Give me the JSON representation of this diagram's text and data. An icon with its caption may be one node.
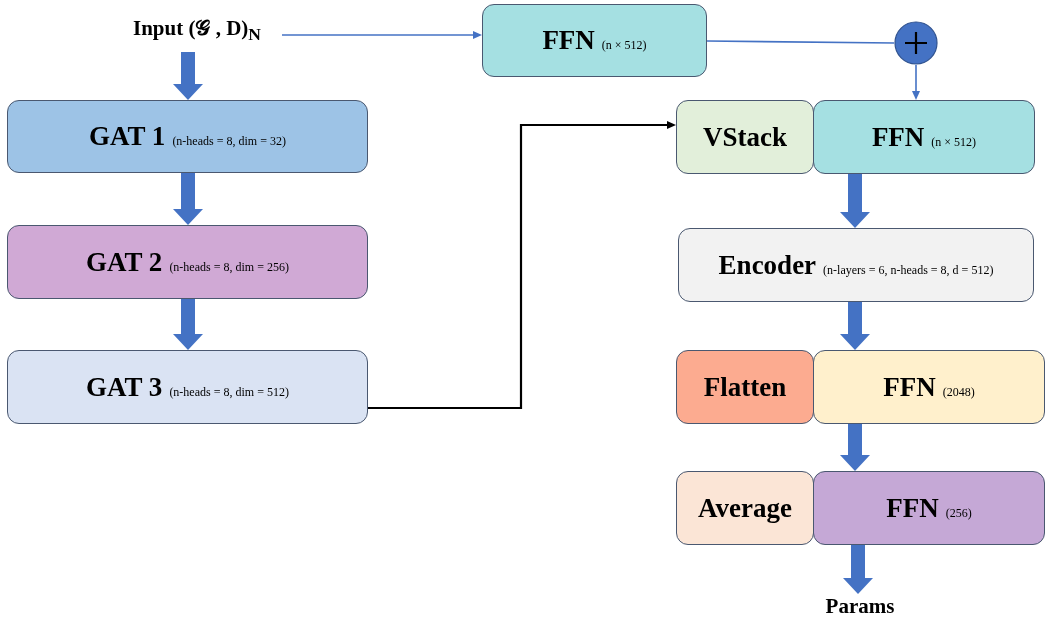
{
  "diagram": {
    "nodes": [
      {
        "text": [
          "Input (𝒢 , D)$_{N}$"
        ]
      },
      {
        "text": [
          "FFN",
          "(n × 512)"
        ]
      },
      {
        "text": [],
        "shape": "circle"
      },
      {
        "text": [
          "GAT 1",
          "(n-heads = 8, dim = 32)"
        ]
      },
      {
        "text": [
          "GAT 2",
          "(n-heads = 8, dim = 256)"
        ]
      },
      {
        "text": [
          "GAT 3",
          "(n-heads = 8, dim = 512)"
        ]
      },
      {
        "text": [
          "VStack"
        ]
      },
      {
        "text": [
          "FFN",
          "(n × 512)"
        ]
      },
      {
        "text": [
          "Encoder",
          "(n-layers = 6, n-heads = 8, d = 512)"
        ]
      },
      {
        "text": [
          "Flatten"
        ]
      },
      {
        "text": [
          "FFN",
          "(2048)"
        ]
      },
      {
        "text": [
          "Average"
        ]
      },
      {
        "text": [
          "FFN",
          "(256)"
        ]
      },
      {
        "text": [
          "Params"
        ]
      }
    ],
    "edges": [
      {
        "from": 0,
        "to": 1,
        "arrow": "to"
      },
      {
        "from": 1,
        "to": 2,
        "arrow": "none"
      },
      {
        "from": 2,
        "to": 7,
        "arrow": "to"
      },
      {
        "from": 0,
        "to": 3,
        "arrow": "to"
      },
      {
        "from": 3,
        "to": 4,
        "arrow": "to"
      },
      {
        "from": 4,
        "to": 5,
        "arrow": "to"
      },
      {
        "from": 5,
        "to": 6,
        "arrow": "to",
        "color": "#000000"
      },
      {
        "from": 7,
        "to": 8,
        "arrow": "to"
      },
      {
        "from": 8,
        "to": 10,
        "arrow": "to"
      },
      {
        "from": 10,
        "to": 12,
        "arrow": "to"
      },
      {
        "from": 12,
        "to": 13,
        "arrow": "to"
      }
    ]
  }
}
